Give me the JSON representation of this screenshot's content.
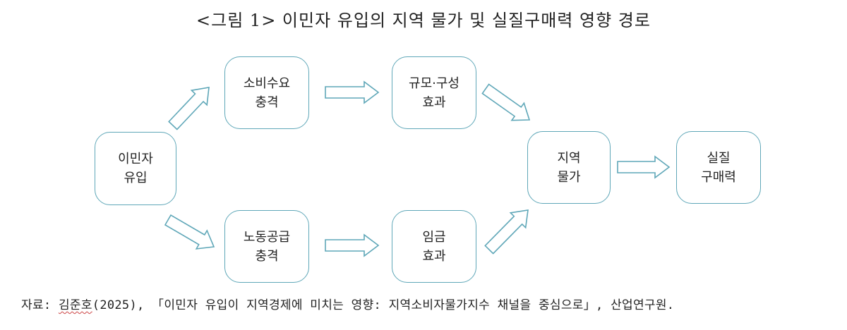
{
  "title": "<그림 1> 이민자 유입의 지역 물가 및 실질구매력 영향 경로",
  "nodes": {
    "immigration": {
      "line1": "이민자",
      "line2": "유입"
    },
    "consumption": {
      "line1": "소비수요",
      "line2": "충격"
    },
    "scale": {
      "line1": "규모·구성",
      "line2": "효과"
    },
    "labor": {
      "line1": "노동공급",
      "line2": "충격"
    },
    "wage": {
      "line1": "임금",
      "line2": "효과"
    },
    "price": {
      "line1": "지역",
      "line2": "물가"
    },
    "real": {
      "line1": "실질",
      "line2": "구매력"
    }
  },
  "source": {
    "prefix": "자료: ",
    "author": "김준호",
    "rest": "(2025), 「이민자 유입이 지역경제에 미치는 영향: 지역소비자물가지수 채널을 중심으로」, 산업연구원."
  },
  "colors": {
    "border": "#5fa7b8",
    "arrow_stroke": "#5fa7b8",
    "arrow_fill": "#ffffff"
  }
}
